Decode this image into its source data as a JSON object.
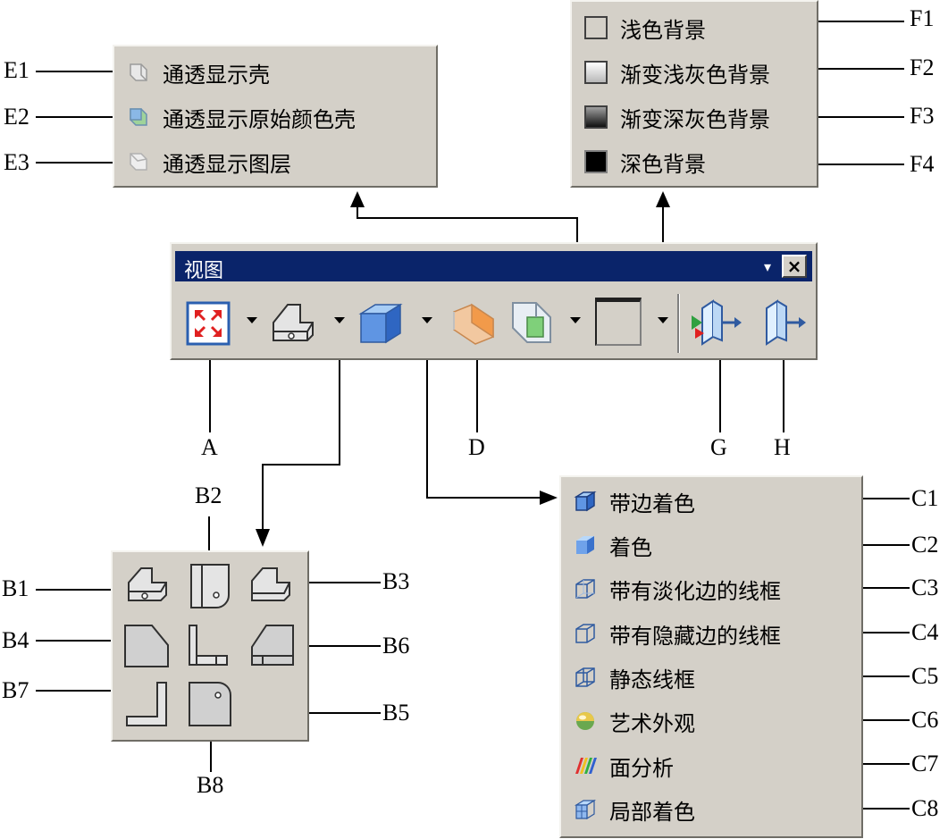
{
  "toolbar": {
    "title": "视图"
  },
  "callouts": {
    "A": "A",
    "D": "D",
    "G": "G",
    "H": "H",
    "E1": "E1",
    "E2": "E2",
    "E3": "E3",
    "F1": "F1",
    "F2": "F2",
    "F3": "F3",
    "F4": "F4",
    "B1": "B1",
    "B2": "B2",
    "B3": "B3",
    "B4": "B4",
    "B5": "B5",
    "B6": "B6",
    "B7": "B7",
    "B8": "B8",
    "C1": "C1",
    "C2": "C2",
    "C3": "C3",
    "C4": "C4",
    "C5": "C5",
    "C6": "C6",
    "C7": "C7",
    "C8": "C8"
  },
  "shell_menu": {
    "items": [
      {
        "label": "通透显示壳",
        "icon": "translucent-shell-icon"
      },
      {
        "label": "通透显示原始颜色壳",
        "icon": "translucent-original-color-shell-icon"
      },
      {
        "label": "通透显示图层",
        "icon": "translucent-layer-icon"
      }
    ]
  },
  "background_menu": {
    "items": [
      {
        "label": "浅色背景",
        "icon": "light-background-icon",
        "color": "#d4d0c8"
      },
      {
        "label": "渐变浅灰色背景",
        "icon": "gradient-light-gray-background-icon",
        "color": "#e8e8e8"
      },
      {
        "label": "渐变深灰色背景",
        "icon": "gradient-dark-gray-background-icon",
        "color": "#303030"
      },
      {
        "label": "深色背景",
        "icon": "dark-background-icon",
        "color": "#000000"
      }
    ]
  },
  "render_menu": {
    "items": [
      {
        "label": "带边着色",
        "icon": "shaded-with-edges-icon"
      },
      {
        "label": "着色",
        "icon": "shaded-icon"
      },
      {
        "label": "带有淡化边的线框",
        "icon": "wireframe-dim-edges-icon"
      },
      {
        "label": "带有隐藏边的线框",
        "icon": "wireframe-hidden-edges-icon"
      },
      {
        "label": "静态线框",
        "icon": "static-wireframe-icon"
      },
      {
        "label": "艺术外观",
        "icon": "artistic-appearance-icon"
      },
      {
        "label": "面分析",
        "icon": "face-analysis-icon"
      },
      {
        "label": "局部着色",
        "icon": "partial-shading-icon"
      }
    ]
  }
}
